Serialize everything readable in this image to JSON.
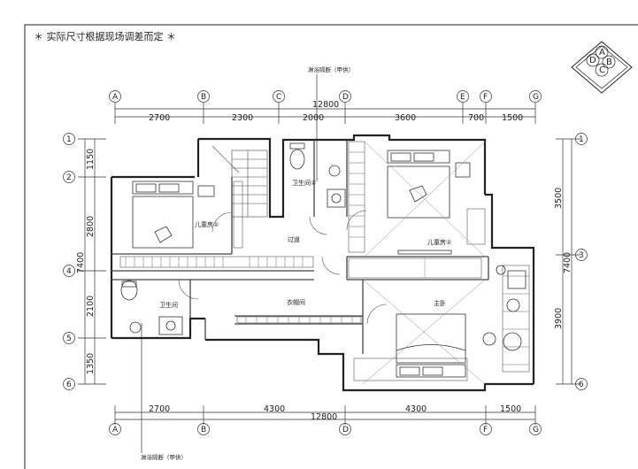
{
  "note": "＊ 实际尺寸根据现场调差而定 ＊",
  "compass": [
    "A",
    "B",
    "C",
    "D"
  ],
  "axes": {
    "cols_top": [
      "A",
      "B",
      "C",
      "D",
      "E",
      "F",
      "G"
    ],
    "cols_bottom": [
      "A",
      "B",
      "D",
      "F",
      "G"
    ],
    "rows_left": [
      "1",
      "2",
      "4",
      "5",
      "6"
    ],
    "rows_right": [
      "1",
      "3",
      "6"
    ]
  },
  "dims": {
    "top_total": "12800",
    "top_segments": [
      "2700",
      "2300",
      "2000",
      "3600",
      "700",
      "1500"
    ],
    "bottom_total": "12800",
    "bottom_segments": [
      "2700",
      "4300",
      "4300",
      "1500"
    ],
    "left_total": "7400",
    "left_segments": [
      "1150",
      "2800",
      "2100",
      "1350"
    ],
    "right_total": "7400",
    "right_segments": [
      "3500",
      "3900"
    ]
  },
  "rooms": {
    "bath2": "卫生间②",
    "bed1": "儿童房①",
    "hall": "过道",
    "bed2": "儿童房②",
    "bath1": "卫生间",
    "cloak": "衣帽间",
    "master": "主卧"
  },
  "callouts": {
    "top": "淋浴隔断（甲供）",
    "bottom": "淋浴隔断（甲供）"
  }
}
